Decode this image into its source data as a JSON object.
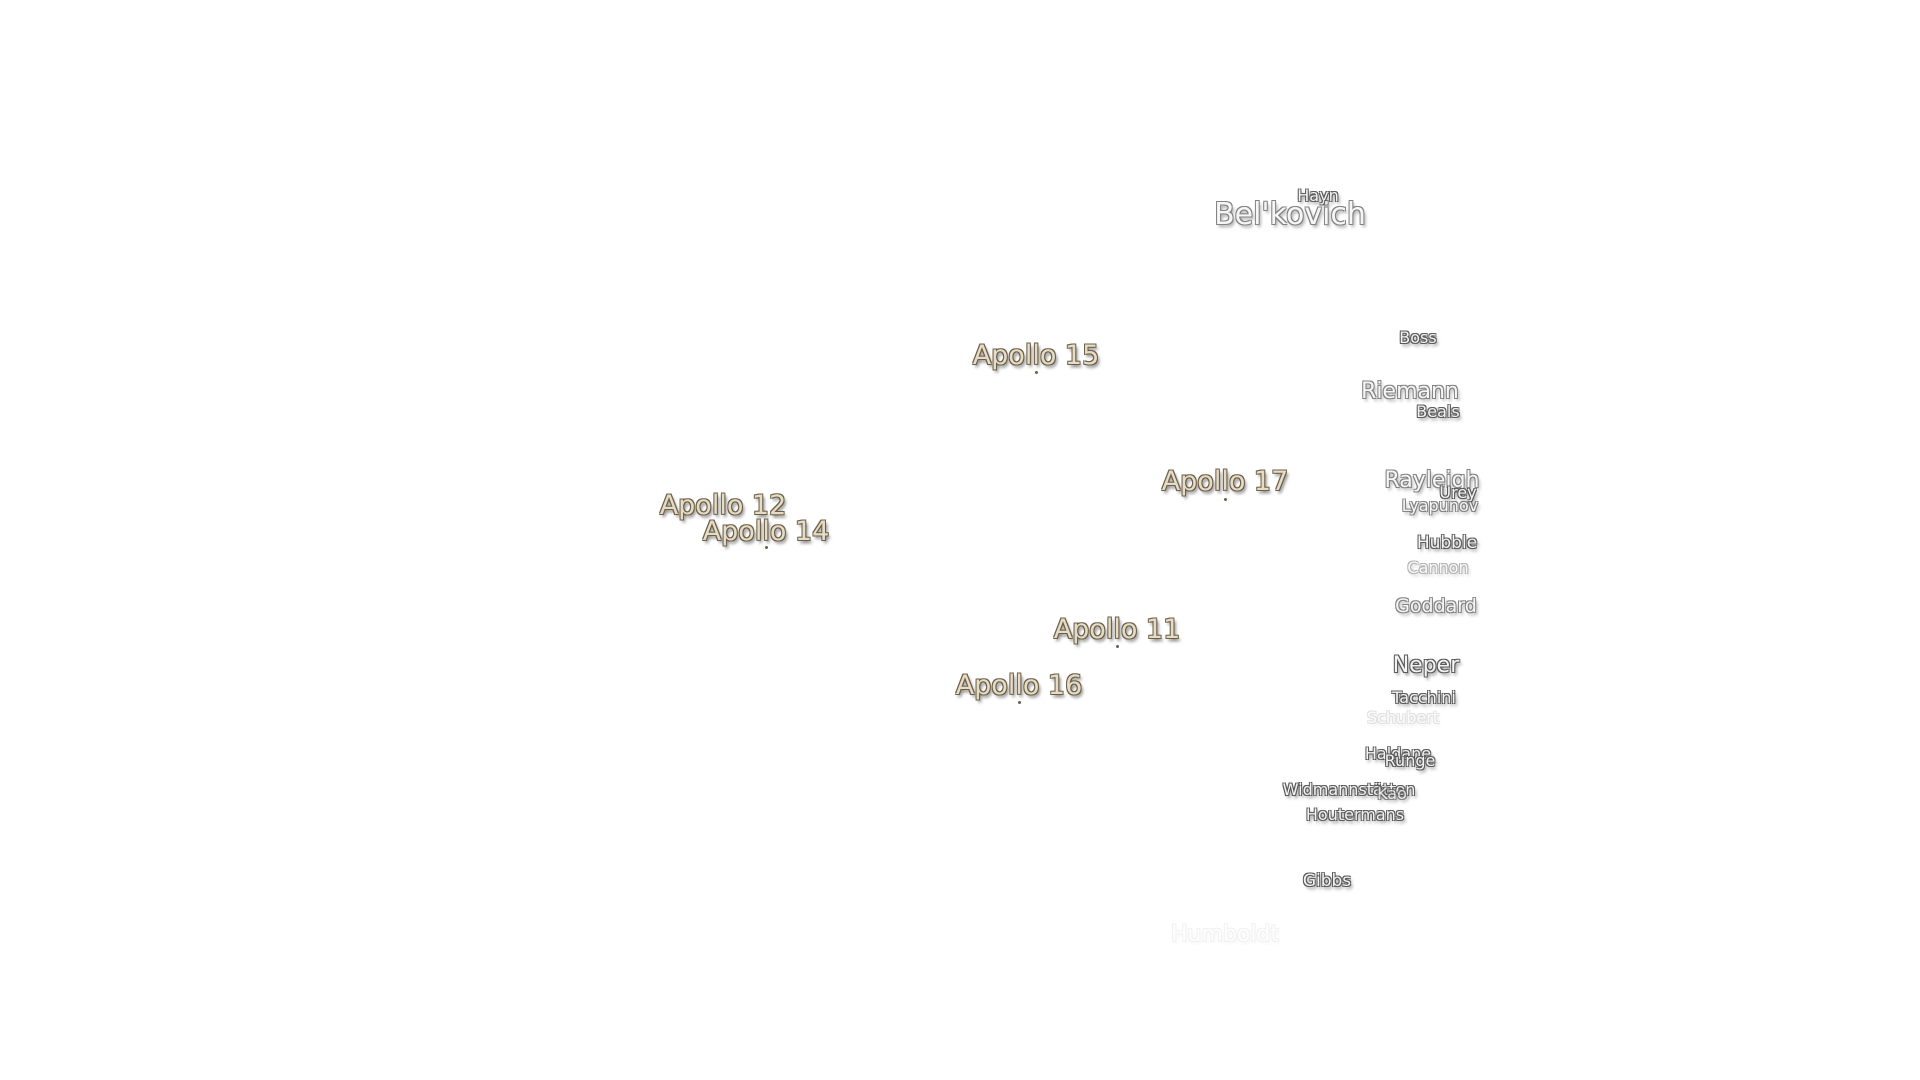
{
  "apollo_sites": [
    {
      "id": "apollo-15",
      "label": "Apollo 15"
    },
    {
      "id": "apollo-17",
      "label": "Apollo 17"
    },
    {
      "id": "apollo-12",
      "label": "Apollo 12"
    },
    {
      "id": "apollo-14",
      "label": "Apollo 14"
    },
    {
      "id": "apollo-11",
      "label": "Apollo 11"
    },
    {
      "id": "apollo-16",
      "label": "Apollo 16"
    }
  ],
  "craters": [
    {
      "id": "hayn",
      "label": "Hayn"
    },
    {
      "id": "belkovich",
      "label": "Bel'kovich"
    },
    {
      "id": "boss",
      "label": "Boss"
    },
    {
      "id": "riemann",
      "label": "Riemann"
    },
    {
      "id": "beals",
      "label": "Beals"
    },
    {
      "id": "rayleigh",
      "label": "Rayleigh"
    },
    {
      "id": "urey",
      "label": "Urey"
    },
    {
      "id": "lyapunov",
      "label": "Lyapunov"
    },
    {
      "id": "hubble",
      "label": "Hubble"
    },
    {
      "id": "cannon",
      "label": "Cannon"
    },
    {
      "id": "goddard",
      "label": "Goddard"
    },
    {
      "id": "neper",
      "label": "Neper"
    },
    {
      "id": "tacchini",
      "label": "Tacchini"
    },
    {
      "id": "schubert",
      "label": "Schubert"
    },
    {
      "id": "haldane",
      "label": "Haldane"
    },
    {
      "id": "runge",
      "label": "Runge"
    },
    {
      "id": "widmannstatten",
      "label": "Widmannstätten"
    },
    {
      "id": "kao",
      "label": "Kao"
    },
    {
      "id": "houtermans",
      "label": "Houtermans"
    },
    {
      "id": "gibbs",
      "label": "Gibbs"
    },
    {
      "id": "humboldt",
      "label": "Humboldt"
    }
  ],
  "colors": {
    "apollo_fill": "#e6dcc4",
    "apollo_outline": "#6b5f4a",
    "crater_fill": "#f3f3f3",
    "crater_outline": "#5a5a5a",
    "background": "#ffffff"
  }
}
